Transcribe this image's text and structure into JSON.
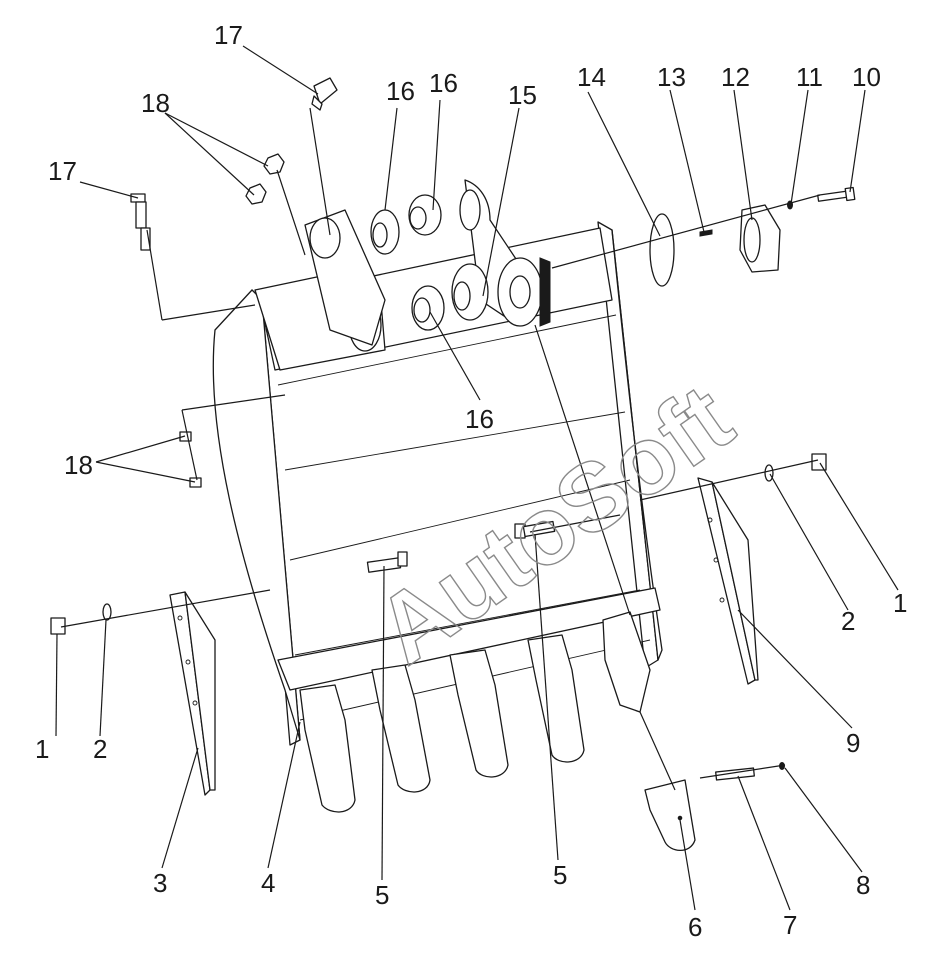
{
  "watermark": "AutoSoft",
  "callouts": [
    {
      "id": "c17a",
      "text": "17"
    },
    {
      "id": "c18a",
      "text": "18"
    },
    {
      "id": "c17b",
      "text": "17"
    },
    {
      "id": "c16a",
      "text": "16"
    },
    {
      "id": "c16b",
      "text": "16"
    },
    {
      "id": "c15",
      "text": "15"
    },
    {
      "id": "c14",
      "text": "14"
    },
    {
      "id": "c13",
      "text": "13"
    },
    {
      "id": "c12",
      "text": "12"
    },
    {
      "id": "c11",
      "text": "11"
    },
    {
      "id": "c10",
      "text": "10"
    },
    {
      "id": "c16c",
      "text": "16"
    },
    {
      "id": "c18b",
      "text": "18"
    },
    {
      "id": "c1a",
      "text": "1"
    },
    {
      "id": "c2a",
      "text": "2"
    },
    {
      "id": "c3",
      "text": "3"
    },
    {
      "id": "c4",
      "text": "4"
    },
    {
      "id": "c5a",
      "text": "5"
    },
    {
      "id": "c5b",
      "text": "5"
    },
    {
      "id": "c6",
      "text": "6"
    },
    {
      "id": "c7",
      "text": "7"
    },
    {
      "id": "c8",
      "text": "8"
    },
    {
      "id": "c9",
      "text": "9"
    },
    {
      "id": "c2b",
      "text": "2"
    },
    {
      "id": "c1b",
      "text": "1"
    }
  ]
}
